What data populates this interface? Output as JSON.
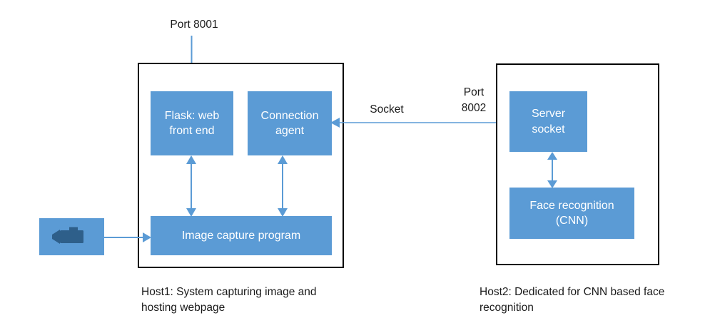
{
  "diagram": {
    "title_label": "Port 8001",
    "accent_color": "#5B9BD5",
    "frame_color": "#000000",
    "text_color": "#1a1a1a",
    "node_text_color": "#ffffff"
  },
  "host1": {
    "caption": "Host1: System capturing image and\nhosting webpage",
    "nodes": {
      "flask": "Flask: web\nfront end",
      "connection_agent": "Connection\nagent",
      "image_capture": "Image capture program"
    }
  },
  "host2": {
    "caption": "Host2: Dedicated for CNN based face\nrecognition",
    "nodes": {
      "server_socket": "Server\nsocket",
      "face_recognition": "Face recognition\n(CNN)"
    }
  },
  "connections": {
    "port_8001": "Port 8001",
    "socket": "Socket",
    "port_8002": "Port\n8002"
  },
  "devices": {
    "camera_icon": "video-camera-icon"
  }
}
